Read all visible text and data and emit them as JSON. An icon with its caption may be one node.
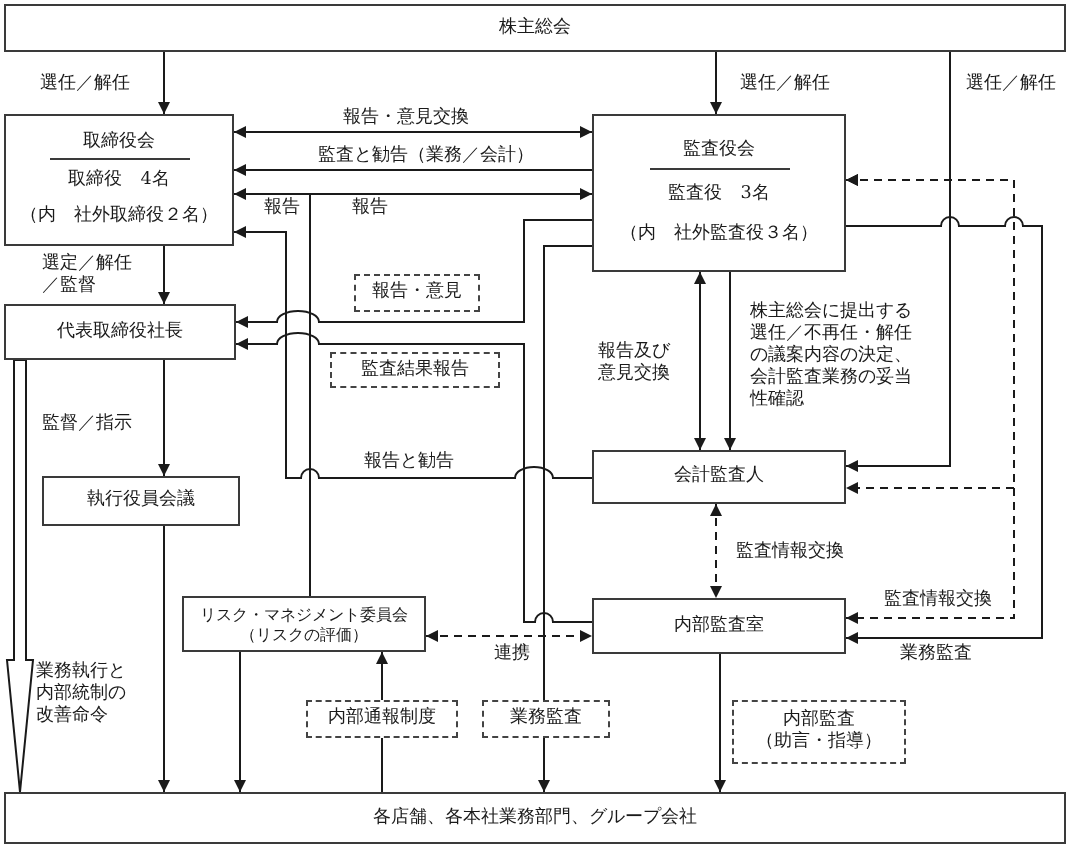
{
  "diagram": {
    "nodes": [
      {
        "text": [
          "株主総会"
        ]
      },
      {
        "text": [
          "取締役会",
          "取締役　4名",
          "（内　社外取締役２名）"
        ]
      },
      {
        "text": [
          "監査役会",
          "監査役　3名",
          "（内　社外監査役３名）"
        ]
      },
      {
        "text": [
          "代表取締役社長"
        ]
      },
      {
        "text": [
          "執行役員会議"
        ]
      },
      {
        "text": [
          "会計監査人"
        ]
      },
      {
        "text": [
          "リスク・マネジメント委員会",
          "（リスクの評価）"
        ]
      },
      {
        "text": [
          "内部監査室"
        ]
      },
      {
        "text": [
          "各店舗、各本社業務部門、グループ会社"
        ]
      }
    ],
    "edges": [
      {
        "from": 0,
        "to": 1,
        "arrow": "to",
        "label": "選任／解任"
      },
      {
        "from": 0,
        "to": 2,
        "arrow": "to",
        "label": "選任／解任"
      },
      {
        "from": 0,
        "to": 5,
        "arrow": "to",
        "label": "選任／解任"
      },
      {
        "from": 1,
        "to": 2,
        "arrow": "both",
        "label": "報告・意見交換"
      },
      {
        "from": 2,
        "to": 1,
        "arrow": "to",
        "label": "監査と勧告（業務／会計）"
      },
      {
        "from": 6,
        "to": 1,
        "arrow": "to",
        "label": "報告"
      },
      {
        "from": 6,
        "to": 2,
        "arrow": "to",
        "label": "報告"
      },
      {
        "from": 1,
        "to": 3,
        "arrow": "to",
        "label": "選定／解任／監督"
      },
      {
        "from": 3,
        "to": 4,
        "arrow": "to",
        "label": "監督／指示"
      },
      {
        "from": 4,
        "to": 8,
        "arrow": "to"
      },
      {
        "from": 3,
        "to": 8,
        "arrow": "to",
        "style": "thick",
        "label": "業務執行と内部統制の改善命令"
      },
      {
        "from": 6,
        "to": 8,
        "arrow": "to"
      },
      {
        "from": 8,
        "to": 6,
        "arrow": "to",
        "label": "内部通報制度"
      },
      {
        "from": 6,
        "to": 7,
        "arrow": "both",
        "style": "dashed",
        "label": "連携"
      },
      {
        "from": 7,
        "to": 3,
        "arrow": "to",
        "label": "監査結果報告"
      },
      {
        "from": 2,
        "to": 3,
        "arrow": "to",
        "label": "報告・意見"
      },
      {
        "from": 2,
        "to": 8,
        "arrow": "to",
        "label": "業務監査"
      },
      {
        "from": 5,
        "to": 1,
        "arrow": "to",
        "label": "報告と勧告"
      },
      {
        "from": 2,
        "to": 5,
        "arrow": "both",
        "label": "報告及び意見交換"
      },
      {
        "from": 2,
        "to": 5,
        "arrow": "to",
        "label": "株主総会に提出する選任／不再任・解任の議案内容の決定、会計監査業務の妥当性確認"
      },
      {
        "from": 5,
        "to": 7,
        "arrow": "both",
        "style": "dashed",
        "label": "監査情報交換"
      },
      {
        "from": 2,
        "to": 5,
        "arrow": "both",
        "style": "dashed"
      },
      {
        "from": 2,
        "to": 7,
        "arrow": "both",
        "style": "dashed",
        "label": "監査情報交換"
      },
      {
        "from": 2,
        "to": 7,
        "arrow": "to",
        "label": "業務監査"
      },
      {
        "from": 7,
        "to": 8,
        "arrow": "to",
        "label": "内部監査（助言・指導）"
      }
    ]
  }
}
